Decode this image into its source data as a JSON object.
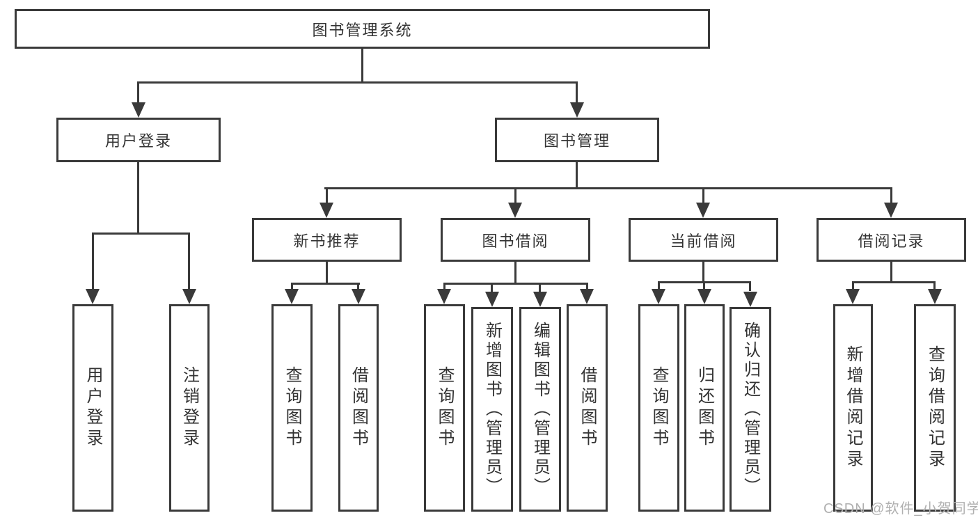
{
  "colors": {
    "line": "#3a3a3a",
    "text": "#333333",
    "watermark": "#b0b0b0",
    "background": "#ffffff"
  },
  "diagram": {
    "root": {
      "label": "图书管理系统"
    },
    "branches": [
      {
        "label": "用户登录",
        "children": [
          {
            "label": "用户登录"
          },
          {
            "label": "注销登录"
          }
        ]
      },
      {
        "label": "图书管理",
        "children": [
          {
            "label": "新书推荐",
            "children": [
              {
                "label": "查询图书"
              },
              {
                "label": "借阅图书"
              }
            ]
          },
          {
            "label": "图书借阅",
            "children": [
              {
                "label": "查询图书"
              },
              {
                "label": "新增图书（管理员）"
              },
              {
                "label": "编辑图书（管理员）"
              },
              {
                "label": "借阅图书"
              }
            ]
          },
          {
            "label": "当前借阅",
            "children": [
              {
                "label": "查询图书"
              },
              {
                "label": "归还图书"
              },
              {
                "label": "确认归还（管理员）"
              }
            ]
          },
          {
            "label": "借阅记录",
            "children": [
              {
                "label": "新增借阅记录"
              },
              {
                "label": "查询借阅记录"
              }
            ]
          }
        ]
      }
    ]
  },
  "watermark": {
    "text": "CSDN @软件_小贺同学"
  }
}
